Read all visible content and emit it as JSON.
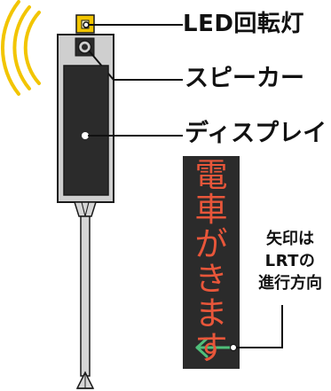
{
  "labels": {
    "led": "LED回転灯",
    "speaker": "スピーカー",
    "display": "ディスプレイ",
    "arrow_note": [
      "矢印は",
      "LRTの",
      "進行方向"
    ]
  },
  "sign": {
    "characters": [
      "電",
      "車",
      "が",
      "き",
      "ま",
      "す"
    ],
    "arrow_glyph": "←"
  },
  "colors": {
    "sign_text": "#e8563a",
    "arrow": "#4fc07a",
    "waves": "#f2c500",
    "lamp": "#f2c500",
    "housing": "#cfcfcf",
    "screen": "#2b2b2b",
    "pole": "#d6d6d6"
  },
  "icons": [
    "radio-waves-icon",
    "speaker-icon",
    "left-arrow-icon"
  ]
}
